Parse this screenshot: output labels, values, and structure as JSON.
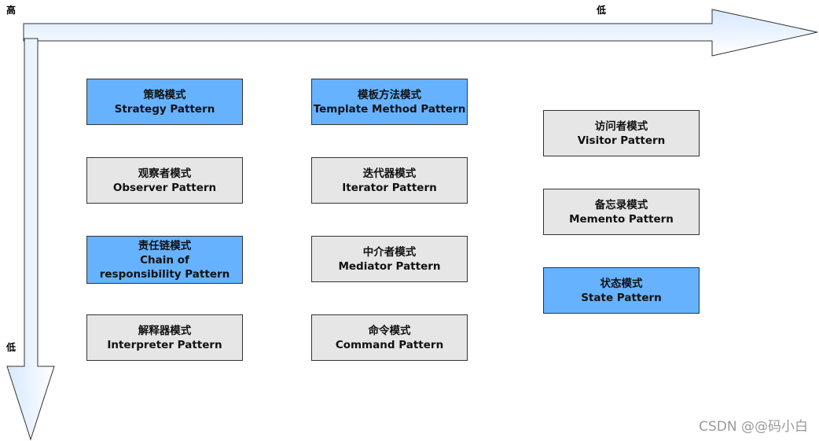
{
  "axes": {
    "corner_label": "高",
    "horizontal_end_label": "低",
    "vertical_end_label": "低"
  },
  "patterns": {
    "strategy": {
      "zh": "策略模式",
      "en": "Strategy Pattern",
      "highlighted": true
    },
    "observer": {
      "zh": "观察者模式",
      "en": "Observer Pattern",
      "highlighted": false
    },
    "chain": {
      "zh": "责任链模式",
      "en": "Chain of responsibility Pattern",
      "highlighted": true
    },
    "interpreter": {
      "zh": "解释器模式",
      "en": "Interpreter Pattern",
      "highlighted": false
    },
    "template": {
      "zh": "模板方法模式",
      "en": "Template Method Pattern",
      "highlighted": true
    },
    "iterator": {
      "zh": "迭代器模式",
      "en": "Iterator Pattern",
      "highlighted": false
    },
    "mediator": {
      "zh": "中介者模式",
      "en": "Mediator Pattern",
      "highlighted": false
    },
    "command": {
      "zh": "命令模式",
      "en": "Command Pattern",
      "highlighted": false
    },
    "visitor": {
      "zh": "访问者模式",
      "en": "Visitor Pattern",
      "highlighted": false
    },
    "memento": {
      "zh": "备忘录模式",
      "en": "Memento Pattern",
      "highlighted": false
    },
    "state": {
      "zh": "状态模式",
      "en": "State Pattern",
      "highlighted": true
    }
  },
  "colors": {
    "highlight": "#66b2ff",
    "normal": "#e6e6e6",
    "arrow_fill_start": "#d6e8ff",
    "arrow_fill_end": "#ffffff"
  },
  "watermark": "CSDN @@码小白"
}
